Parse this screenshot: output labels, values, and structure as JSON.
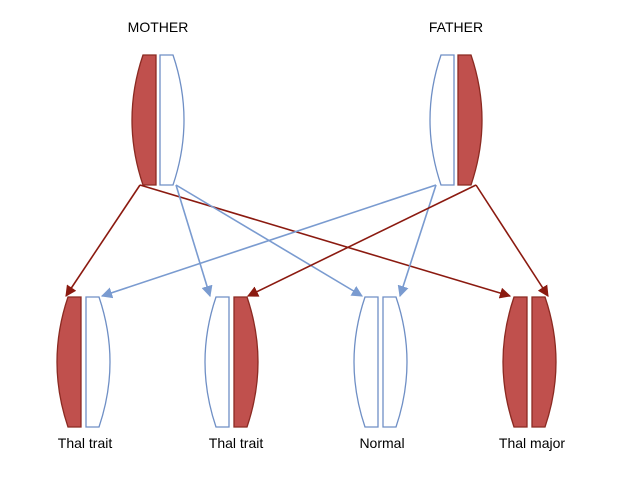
{
  "parents": {
    "mother": {
      "label": "MOTHER",
      "left_allele": "affected",
      "right_allele": "normal"
    },
    "father": {
      "label": "FATHER",
      "left_allele": "normal",
      "right_allele": "affected"
    }
  },
  "offspring": [
    {
      "label": "Thal trait",
      "left_allele": "affected",
      "right_allele": "normal"
    },
    {
      "label": "Thal trait",
      "left_allele": "normal",
      "right_allele": "affected"
    },
    {
      "label": "Normal",
      "left_allele": "normal",
      "right_allele": "normal"
    },
    {
      "label": "Thal major",
      "left_allele": "affected",
      "right_allele": "affected"
    }
  ],
  "colors": {
    "affected_fill": "#c0504d",
    "affected_stroke": "#8b2a22",
    "normal_fill": "#ffffff",
    "normal_stroke": "#6f8fc5",
    "affected_arrow": "#8b1a10",
    "normal_arrow": "#7a9bd0"
  }
}
